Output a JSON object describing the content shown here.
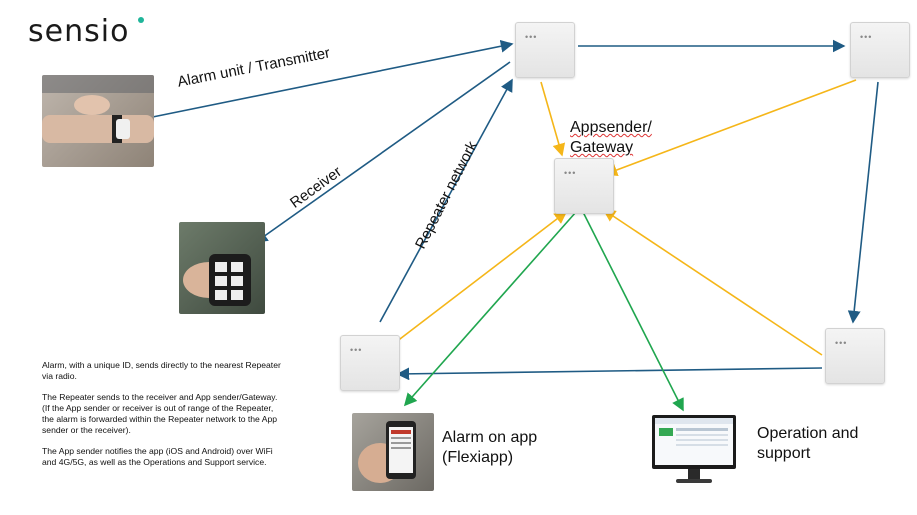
{
  "brand": {
    "name": "sensio",
    "accent": "#1fb59a"
  },
  "labels": {
    "transmitter": "Alarm unit / Transmitter",
    "receiver": "Receiver",
    "repeater_network": "Repeater network",
    "gateway": "Appsender/\nGateway",
    "app": "Alarm on app (Flexiapp)",
    "operations": "Operation and support"
  },
  "description": [
    "Alarm, with a unique ID, sends directly to the nearest Repeater via radio.",
    "The Repeater sends to the receiver and App sender/Gateway. (If the App sender or receiver is out of range of the Repeater, the alarm is forwarded within the Repeater network to the App sender or the receiver).",
    "The App sender notifies the app (iOS and Android) over WiFi and 4G/5G, as well as the Operations and Support service."
  ],
  "colors": {
    "radio": "#1f5b84",
    "gateway_link": "#f5b619",
    "app_link": "#20a64f"
  },
  "icons": [
    "repeater-device",
    "gateway-device",
    "wrist-transmitter",
    "remote-receiver",
    "smartphone-app",
    "desktop-monitor"
  ]
}
